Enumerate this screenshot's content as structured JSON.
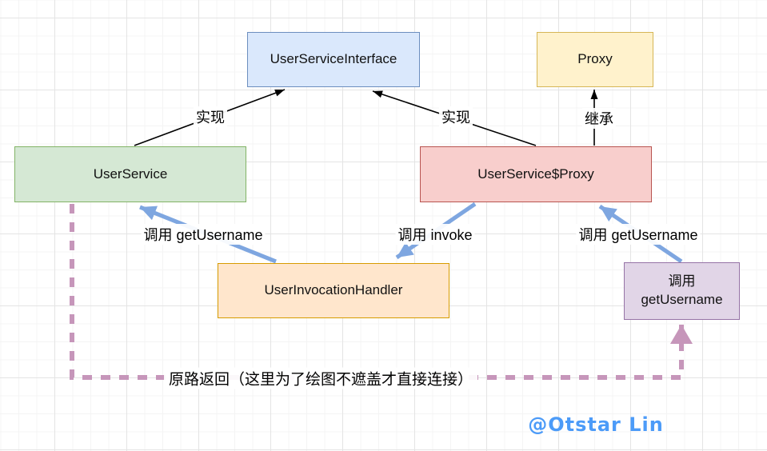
{
  "diagram": {
    "title_context": "Java dynamic proxy call-flow diagram",
    "nodes": {
      "interface": {
        "label": "UserServiceInterface",
        "fill": "#dae8fc",
        "border": "#6c8ebf"
      },
      "proxy": {
        "label": "Proxy",
        "fill": "#fff2cc",
        "border": "#d6b656"
      },
      "userservice": {
        "label": "UserService",
        "fill": "#d5e8d4",
        "border": "#82b366"
      },
      "usproxy": {
        "label": "UserService$Proxy",
        "fill": "#f8cecc",
        "border": "#b85450"
      },
      "handler": {
        "label": "UserInvocationHandler",
        "fill": "#ffe6cc",
        "border": "#d79b00"
      },
      "callbox": {
        "label": "调用 getUsername",
        "fill": "#e1d5e7",
        "border": "#9673a6"
      }
    },
    "edges": {
      "implements_left": {
        "label": "实现",
        "style": "black-solid-arrow"
      },
      "implements_right": {
        "label": "实现",
        "style": "black-solid-arrow"
      },
      "extends": {
        "label": "继承",
        "style": "black-solid-arrow"
      },
      "call_getusername_left": {
        "label": "调用 getUsername",
        "style": "blue-thick-arrow"
      },
      "call_invoke": {
        "label": "调用 invoke",
        "style": "blue-thick-arrow"
      },
      "call_getusername_right": {
        "label": "调用 getUsername",
        "style": "blue-thick-arrow"
      },
      "return_path": {
        "label": "原路返回（这里为了绘图不遮盖才直接连接）",
        "style": "pink-dashed-arrow"
      }
    },
    "colors": {
      "black_arrow": "#000000",
      "blue_arrow": "#7ea6e0",
      "pink_dashed": "#c696ba",
      "watermark": "#4c9bf8",
      "grid_minor": "#f4f4f4",
      "grid_major": "#e4e4e4"
    },
    "watermark": "@Otstar Lin"
  }
}
